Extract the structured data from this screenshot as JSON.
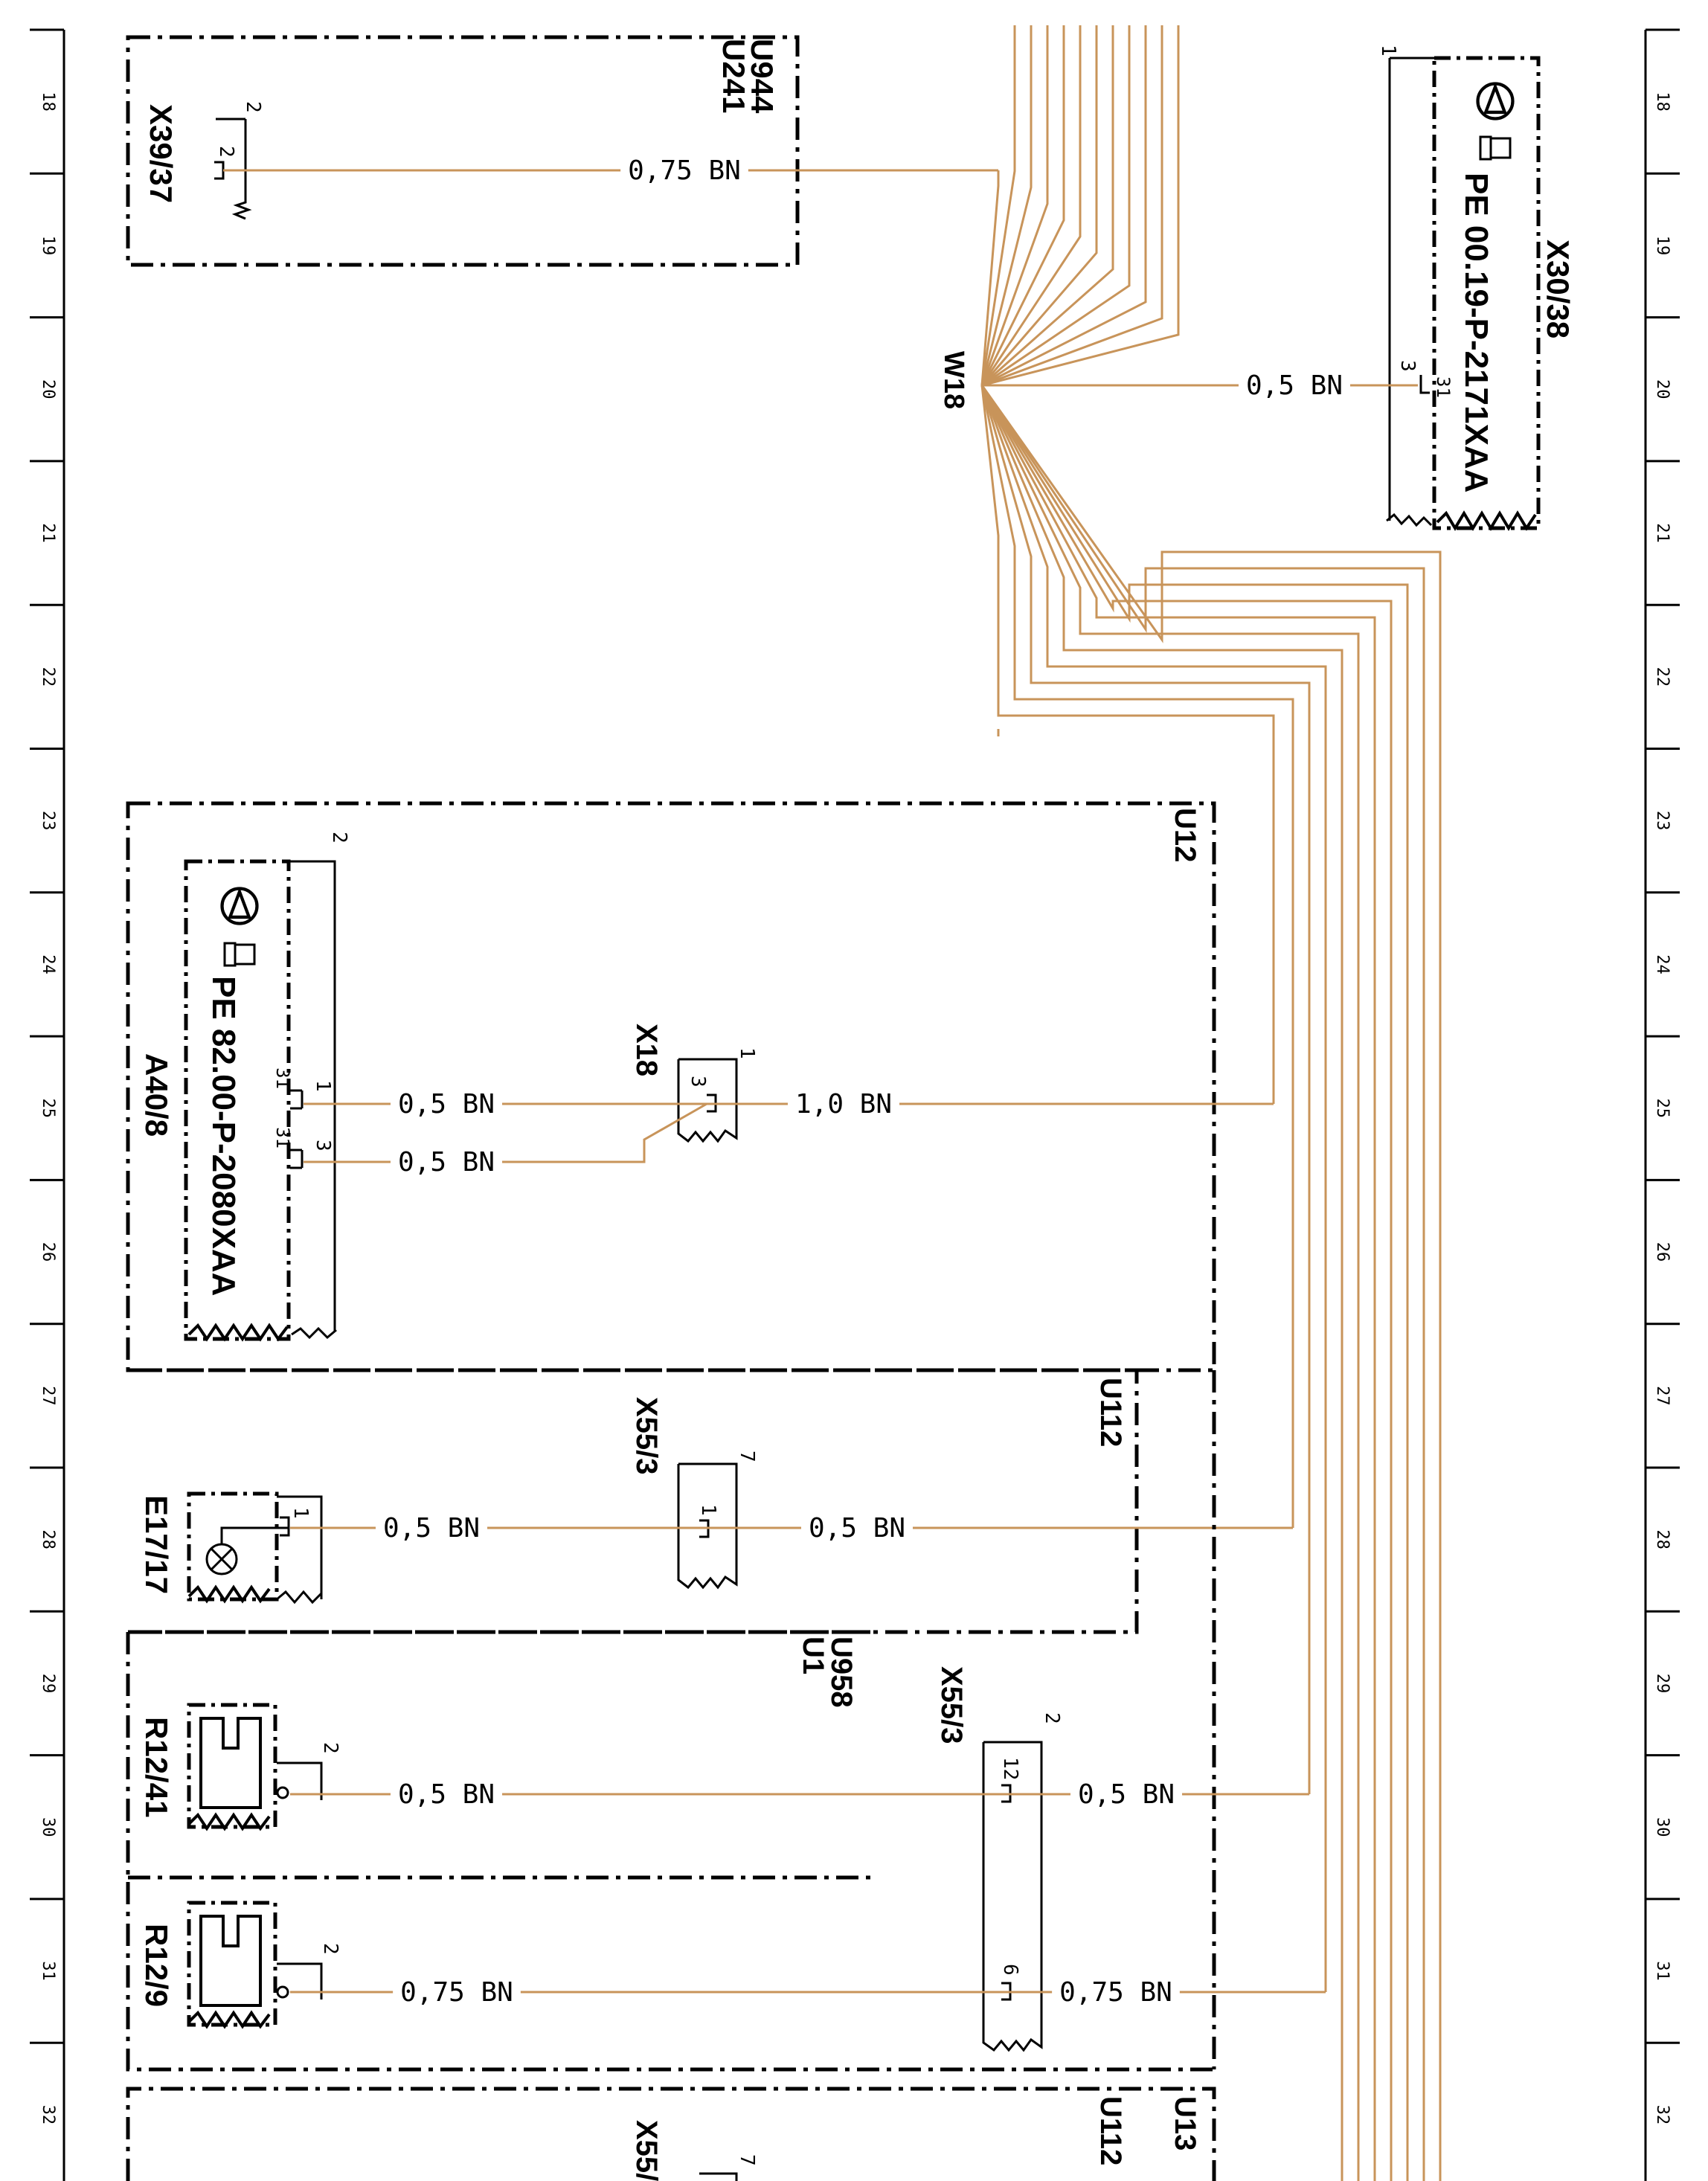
{
  "colors": {
    "wire": "#c8945a",
    "line": "#000000",
    "bg": "#ffffff"
  },
  "ruler": {
    "numbers": [
      "18",
      "19",
      "20",
      "21",
      "22",
      "23",
      "24",
      "25",
      "26",
      "27",
      "28",
      "29",
      "30",
      "31",
      "32"
    ]
  },
  "wire_labels": {
    "w1": "0,75 BN",
    "w2": "0,5 BN",
    "w3": "0,5 BN",
    "w4": "0,5 BN",
    "w5": "1,0 BN",
    "w6": "0,5 BN",
    "w7": "0,5 BN",
    "w8": "0,5 BN",
    "w9": "0,5 BN",
    "w10": "0,75 BN",
    "w11": "0,75 BN"
  },
  "components": {
    "x39": "X39/37",
    "u241": "U241",
    "u944": "U944",
    "w18": "W18",
    "x30": "X30/38",
    "pe1": "PE 00.19-P-2171XAA",
    "u12": "U12",
    "a40": "A40/8",
    "pe2": "PE 82.00-P-2080XAA",
    "x18": "X18",
    "u112a": "U112",
    "x553a": "X55/3",
    "e17": "E17/17",
    "u1": "U1",
    "u958": "U958",
    "x553b": "X55/3",
    "r1241": "R12/41",
    "r129": "R12/9",
    "u13": "U13",
    "u112b": "U112",
    "x553c": "X55/"
  },
  "pins": {
    "x39_pin": "2",
    "x39_top": "2",
    "x30_pin": "31",
    "x30_n": "3",
    "x30_top": "1",
    "a40_p1": "31",
    "a40_n1": "1",
    "a40_p2": "31",
    "a40_n2": "3",
    "a40_top": "2",
    "x18_pin": "3",
    "x18_top": "1",
    "e17_pin": "1",
    "x553a_pin": "1",
    "x553a_top": "7",
    "r1241_pin": "2",
    "x553b_pin1": "12",
    "x553b_pin2": "6",
    "x553b_top": "2",
    "r129_pin": "2",
    "x553c_top": "7"
  }
}
